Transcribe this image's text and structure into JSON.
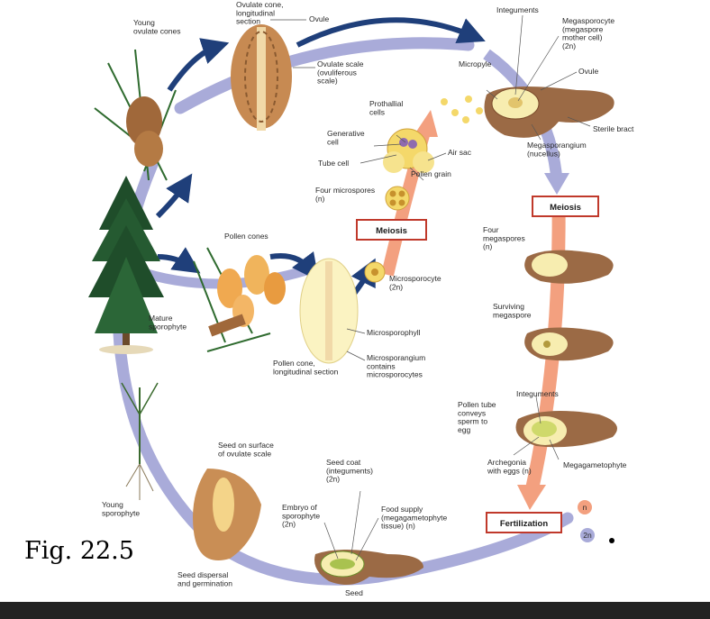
{
  "figure_label": "Fig. 22.5",
  "stages": {
    "young_ovulate_cones": "Young\novulate cones",
    "ovulate_cone_section": "Ovulate cone,\nlongitudinal\nsection",
    "ovule": "Ovule",
    "ovulate_scale": "Ovulate scale\n(ovuliferous\nscale)",
    "integuments_top": "Integuments",
    "megasporocyte": "Megasporocyte\n(megaspore\nmother cell)\n(2n)",
    "micropyle": "Micropyle",
    "ovule_right": "Ovule",
    "sterile_bract": "Sterile bract",
    "megasporangium": "Megasporangium\n(nucellus)",
    "prothallial_cells": "Prothallial\ncells",
    "generative_cell": "Generative\ncell",
    "tube_cell": "Tube cell",
    "air_sac": "Air sac",
    "pollen_grain": "Pollen grain",
    "four_microspores": "Four microspores\n(n)",
    "meiosis_left": "Meiosis",
    "meiosis_right": "Meiosis",
    "four_megaspores": "Four\nmegaspores\n(n)",
    "pollen_cones": "Pollen cones",
    "microsporocyte": "Microsporocyte\n(2n)",
    "mature_sporophyte": "Mature\nsporophyte",
    "surviving_megaspore": "Surviving\nmegaspore",
    "microsporophyll": "Microsporophyll",
    "pollen_cone_section": "Pollen cone,\nlongitudinal section",
    "microsporangium": "Microsporangium\ncontains\nmicrosporocytes",
    "integuments_lower": "Integuments",
    "pollen_tube": "Pollen tube\nconveys\nsperm to\negg",
    "archegonia": "Archegonia\nwith eggs (n)",
    "megagametophyte": "Megagametophyte",
    "seed_on_surface": "Seed on surface\nof ovulate scale",
    "seed_coat": "Seed coat\n(integuments)\n(2n)",
    "embryo": "Embryo of\nsporophyte\n(2n)",
    "food_supply": "Food supply\n(megagametophyte\ntissue) (n)",
    "young_sporophyte": "Young\nsporophyte",
    "seed_dispersal": "Seed dispersal\nand germination",
    "seed": "Seed",
    "fertilization": "Fertilization"
  },
  "legend": {
    "haploid": "n",
    "diploid": "2n"
  },
  "colors": {
    "diploid_cycle": "#a9abd9",
    "haploid_cycle": "#f3a07f",
    "arrow_blue": "#1f3f7a",
    "cone_brown": "#a0683a",
    "tissue_brown": "#9b6a45",
    "cream": "#f7edb0",
    "box_border": "#c0392b"
  }
}
